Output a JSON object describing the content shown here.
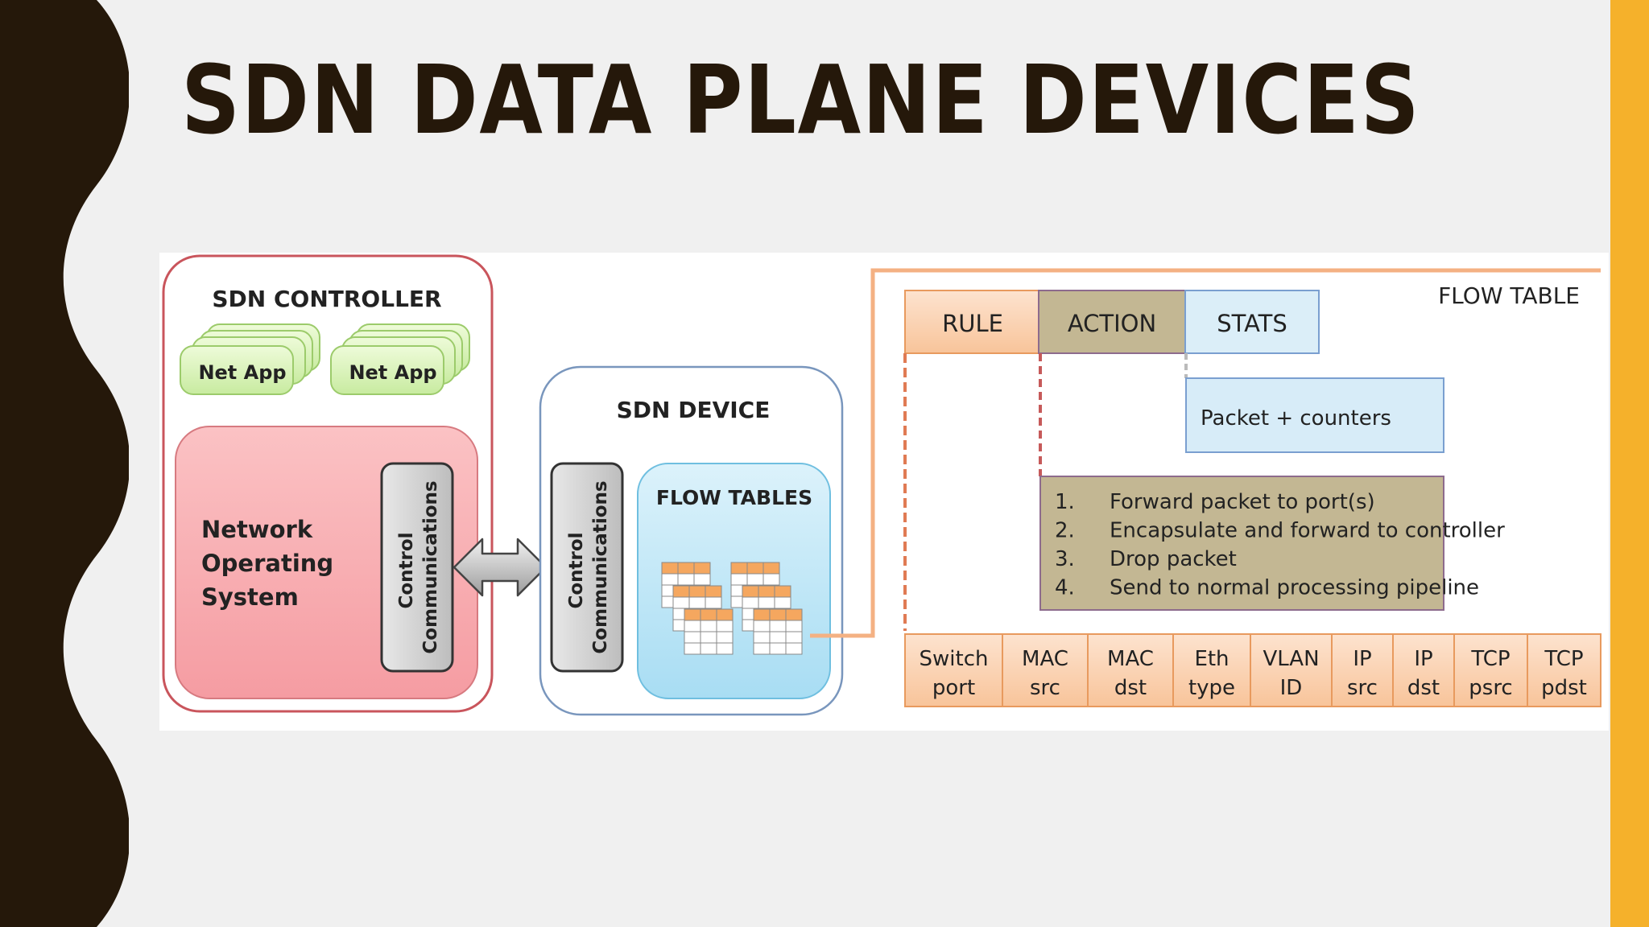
{
  "slide": {
    "title": "SDN DATA PLANE DEVICES",
    "colors": {
      "dark": "#25180a",
      "accent": "#f5b12b",
      "background": "#f0f0f0"
    }
  },
  "diagram": {
    "controller": {
      "title": "SDN CONTROLLER",
      "apps": [
        "Net App",
        "Net App"
      ],
      "nos_lines": [
        "Network",
        "Operating",
        "System"
      ],
      "comm_lines": [
        "Control",
        "Communications"
      ]
    },
    "device": {
      "title": "SDN DEVICE",
      "comm_lines": [
        "Control",
        "Communications"
      ],
      "flow_tables_label": "FLOW TABLES"
    },
    "flow_table": {
      "title": "FLOW TABLE",
      "headers": [
        "RULE",
        "ACTION",
        "STATS"
      ],
      "stats_detail": "Packet + counters",
      "actions": [
        {
          "num": "1.",
          "text": "Forward packet to port(s)"
        },
        {
          "num": "2.",
          "text": "Encapsulate and forward to controller"
        },
        {
          "num": "3.",
          "text": "Drop packet"
        },
        {
          "num": "4.",
          "text": "Send to normal processing pipeline"
        }
      ],
      "fields": [
        [
          "Switch",
          "port"
        ],
        [
          "MAC",
          "src"
        ],
        [
          "MAC",
          "dst"
        ],
        [
          "Eth",
          "type"
        ],
        [
          "VLAN",
          "ID"
        ],
        [
          "IP",
          "src"
        ],
        [
          "IP",
          "dst"
        ],
        [
          "TCP",
          "psrc"
        ],
        [
          "TCP",
          "pdst"
        ]
      ]
    }
  }
}
